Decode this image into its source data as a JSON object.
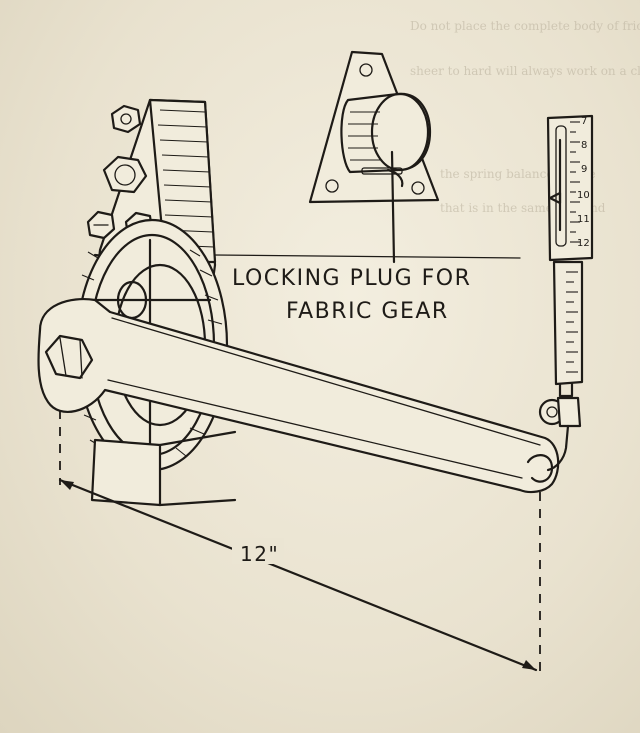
{
  "diagram": {
    "callout_line1": "LOCKING PLUG FOR",
    "callout_line2": "FABRIC GEAR",
    "dimension_label": "12\"",
    "scale_numbers": [
      "7",
      "8",
      "9",
      "10",
      "11",
      "12"
    ]
  },
  "bleed_through": {
    "line1": "Do not place the complete body of friction",
    "line2": "sheer to hard will always work on a clean",
    "line3": "the   spring  balance  on  the",
    "line4": "that  is  in  the  same  line  and"
  }
}
